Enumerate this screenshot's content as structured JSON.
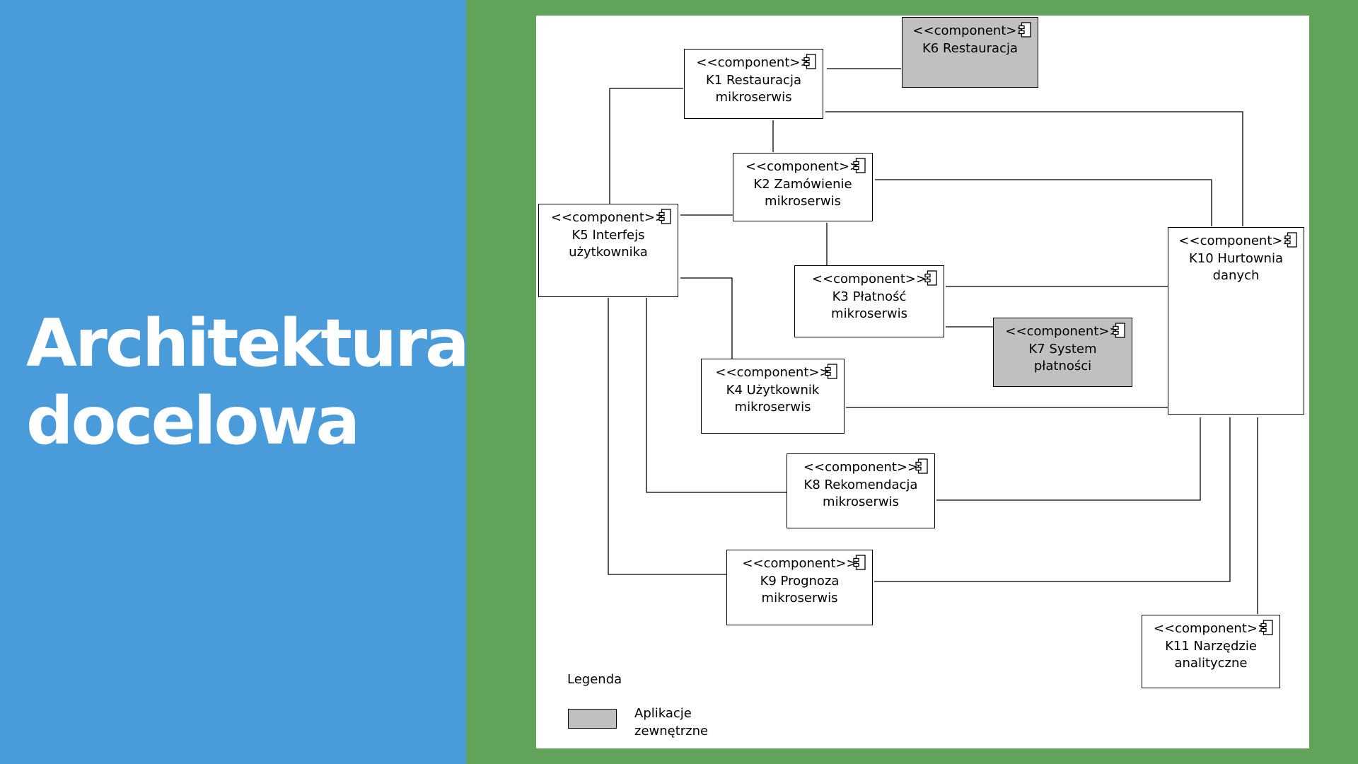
{
  "slide": {
    "title_line1": "Architektura",
    "title_line2": "docelowa"
  },
  "colors": {
    "left_panel": "#4A9BDA",
    "right_panel": "#62A35B",
    "external_component": "#C0C0C0"
  },
  "diagram": {
    "stereotype": "<<component>>",
    "icon": "uml-component-icon",
    "components": [
      {
        "id": "K1",
        "lines": [
          "K1 Restauracja",
          "mikroserwis"
        ],
        "external": false
      },
      {
        "id": "K2",
        "lines": [
          "K2 Zamówienie",
          "mikroserwis"
        ],
        "external": false
      },
      {
        "id": "K3",
        "lines": [
          "K3 Płatność",
          "mikroserwis"
        ],
        "external": false
      },
      {
        "id": "K4",
        "lines": [
          "K4 Użytkownik",
          "mikroserwis"
        ],
        "external": false
      },
      {
        "id": "K5",
        "lines": [
          "K5 Interfejs",
          "użytkownika"
        ],
        "external": false
      },
      {
        "id": "K6",
        "lines": [
          "K6 Restauracja"
        ],
        "external": true
      },
      {
        "id": "K7",
        "lines": [
          "K7 System",
          "płatności"
        ],
        "external": true
      },
      {
        "id": "K8",
        "lines": [
          "K8 Rekomendacja",
          "mikroserwis"
        ],
        "external": false
      },
      {
        "id": "K9",
        "lines": [
          "K9 Prognoza",
          "mikroserwis"
        ],
        "external": false
      },
      {
        "id": "K10",
        "lines": [
          "K10 Hurtownia",
          "danych"
        ],
        "external": false
      },
      {
        "id": "K11",
        "lines": [
          "K11 Narzędzie",
          "analityczne"
        ],
        "external": false
      }
    ],
    "connections": [
      [
        "K1",
        "K6"
      ],
      [
        "K1",
        "K10"
      ],
      [
        "K1",
        "K2"
      ],
      [
        "K1",
        "K5"
      ],
      [
        "K2",
        "K5"
      ],
      [
        "K2",
        "K10"
      ],
      [
        "K2",
        "K3"
      ],
      [
        "K3",
        "K10"
      ],
      [
        "K3",
        "K7"
      ],
      [
        "K4",
        "K10"
      ],
      [
        "K4",
        "K5"
      ],
      [
        "K5",
        "K8"
      ],
      [
        "K5",
        "K9"
      ],
      [
        "K8",
        "K10"
      ],
      [
        "K9",
        "K10"
      ],
      [
        "K10",
        "K11"
      ]
    ]
  },
  "legend": {
    "title": "Legenda",
    "item_line1": "Aplikacje",
    "item_line2": "zewnętrzne"
  }
}
